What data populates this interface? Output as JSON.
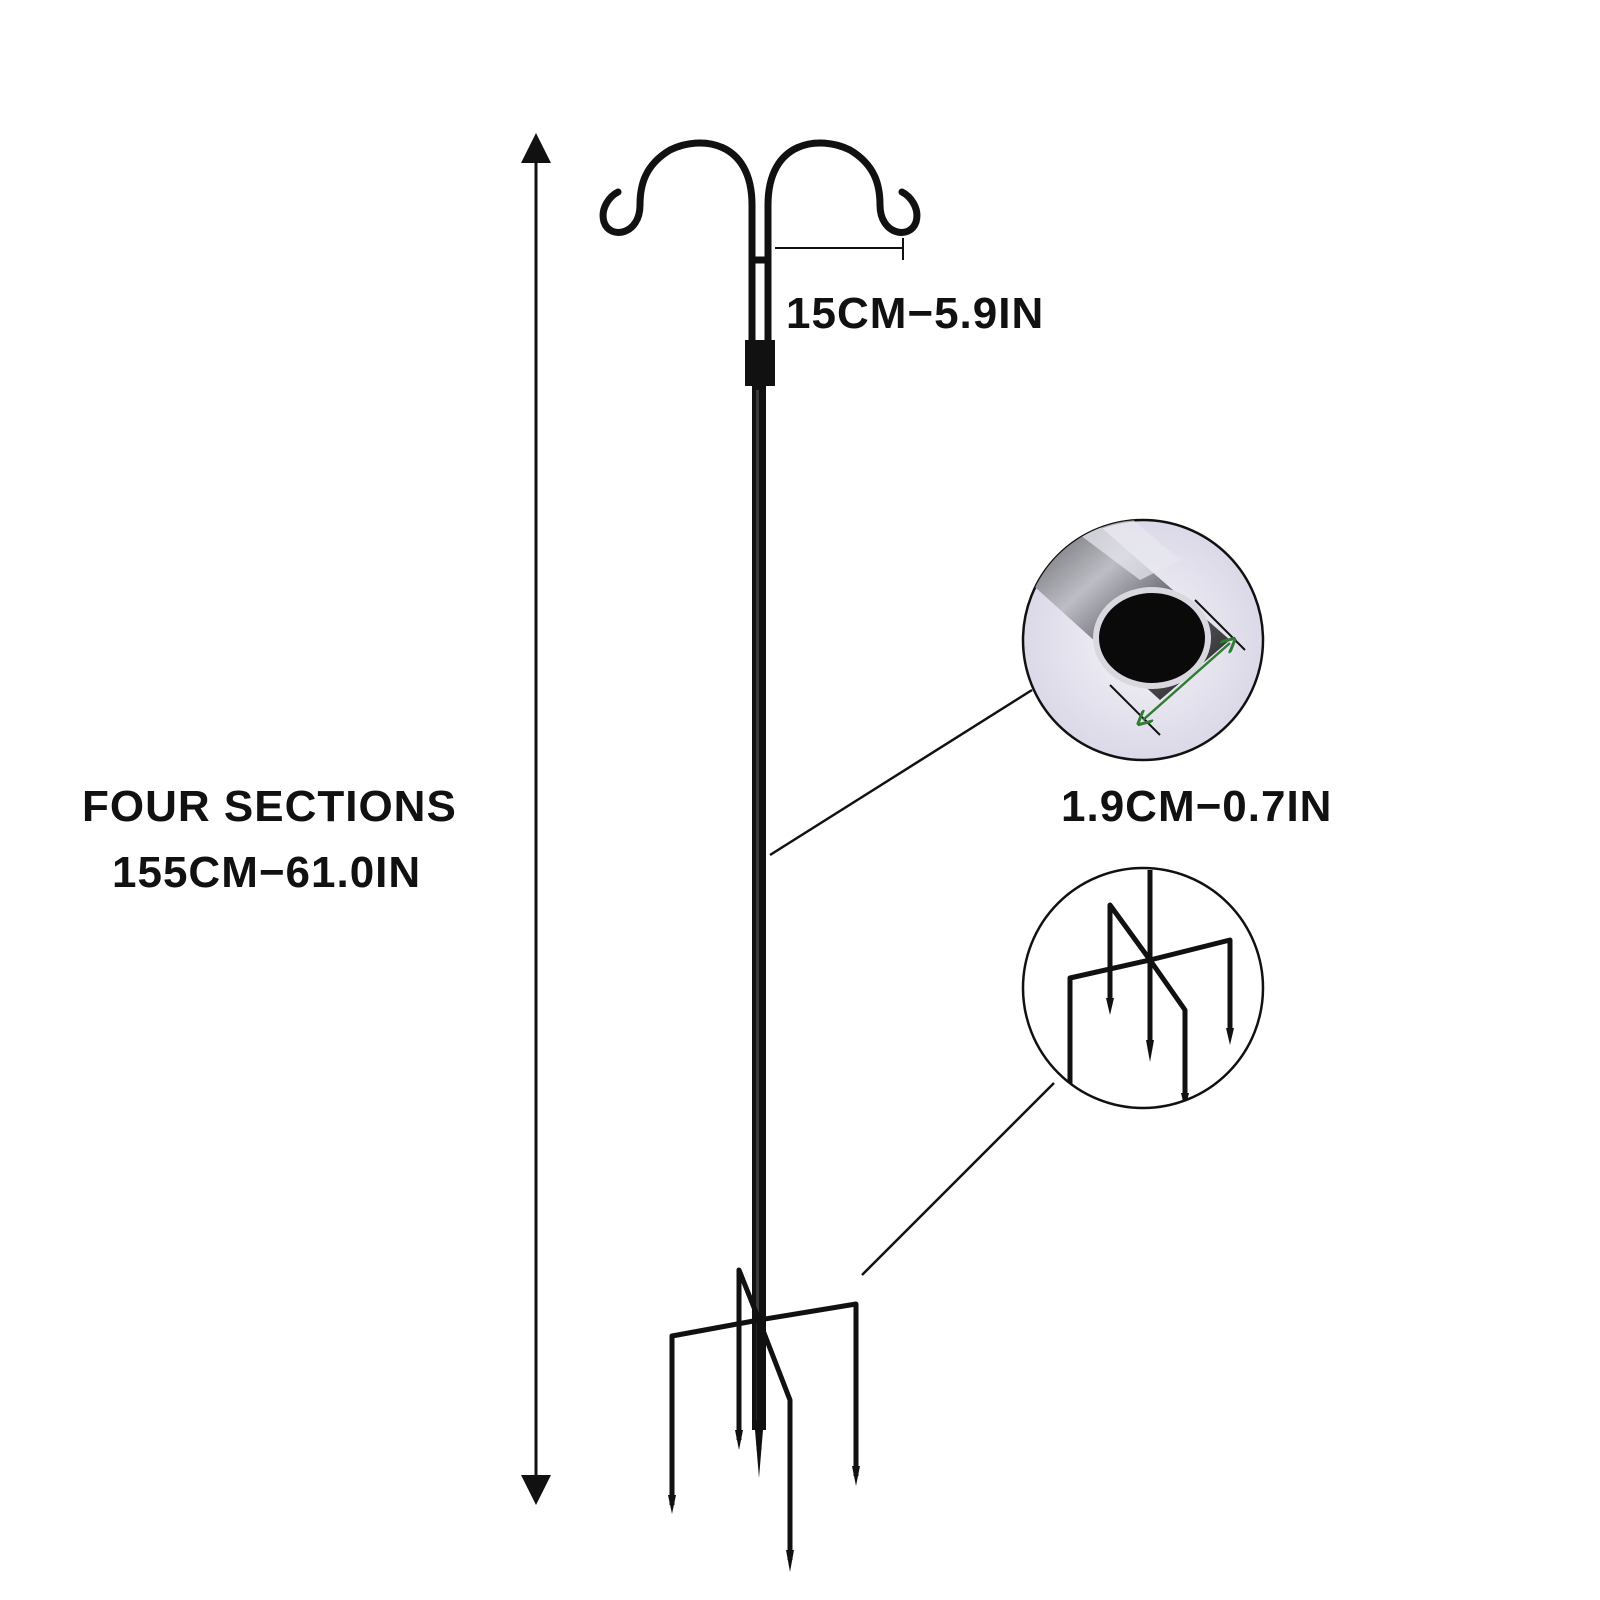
{
  "labels": {
    "sections": "FOUR SECTIONS",
    "total_length": "155CM−61.0IN",
    "hook_width": "15CM−5.9IN",
    "tube_diameter": "1.9CM−0.7IN"
  },
  "colors": {
    "background": "#ffffff",
    "ink": "#111111",
    "dimension_arrow_green": "#2e7d32",
    "tube_highlight": "#c9c6d6"
  }
}
